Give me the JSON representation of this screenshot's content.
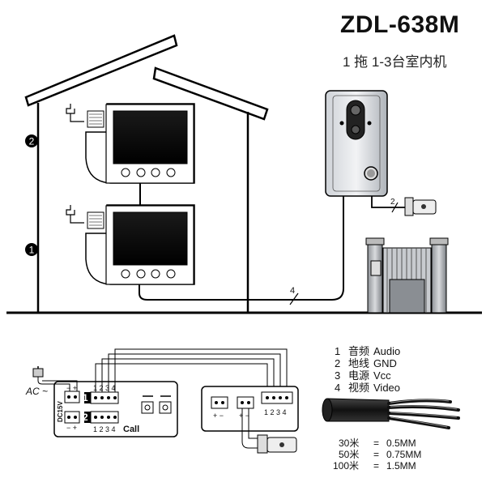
{
  "header": {
    "model": "ZDL-638M",
    "description": "1 拖 1-3台室内机"
  },
  "floors": {
    "upper": "2",
    "lower": "1"
  },
  "cable_marks": {
    "outdoor_to_lock": "2",
    "indoor_to_outdoor": "4"
  },
  "power": {
    "ac_label": "AC ~",
    "dc_label": "DC15V",
    "pol_top": "− +",
    "pol_bottom": "− +"
  },
  "indoor_terminal": {
    "port1": "1",
    "port2": "2",
    "pins_top": "1 2 3 4",
    "pins_bottom": "1 2 3 4",
    "call": "Call"
  },
  "outdoor_terminal": {
    "pol_left": "+ −",
    "pol_mid": "+ −",
    "pins": "1 2 3 4"
  },
  "wire_legend": [
    {
      "num": "1",
      "cn": "音频",
      "en": "Audio"
    },
    {
      "num": "2",
      "cn": "地线",
      "en": "GND"
    },
    {
      "num": "3",
      "cn": "电源",
      "en": "Vcc"
    },
    {
      "num": "4",
      "cn": "视频",
      "en": "Video"
    }
  ],
  "cable_spec": [
    {
      "length": "30米",
      "eq": "=",
      "size": "0.5MM"
    },
    {
      "length": "50米",
      "eq": "=",
      "size": "0.75MM"
    },
    {
      "length": "100米",
      "eq": "=",
      "size": "1.5MM"
    }
  ]
}
